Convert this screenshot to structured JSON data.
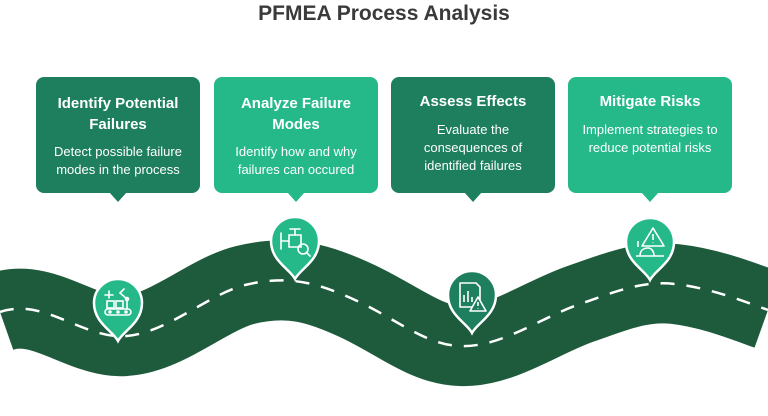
{
  "title": "PFMEA Process Analysis",
  "colors": {
    "road": "#1e5a3c",
    "dark_card": "#1d7f5e",
    "light_card": "#25b98a",
    "title_text": "#3a3a3a"
  },
  "steps": [
    {
      "title": "Identify Potential Failures",
      "description": "Detect possible failure modes in the process",
      "icon": "robot-arm-conveyor-icon"
    },
    {
      "title": "Analyze Failure Modes",
      "description": "Identify how and why failures can occured",
      "icon": "valve-magnifier-icon"
    },
    {
      "title": "Assess Effects",
      "description": "Evaluate the consequences of identified failures",
      "icon": "chart-document-warning-icon"
    },
    {
      "title": "Mitigate Risks",
      "description": "Implement strategies to reduce potential risks",
      "icon": "warning-sign-oil-icon"
    }
  ]
}
